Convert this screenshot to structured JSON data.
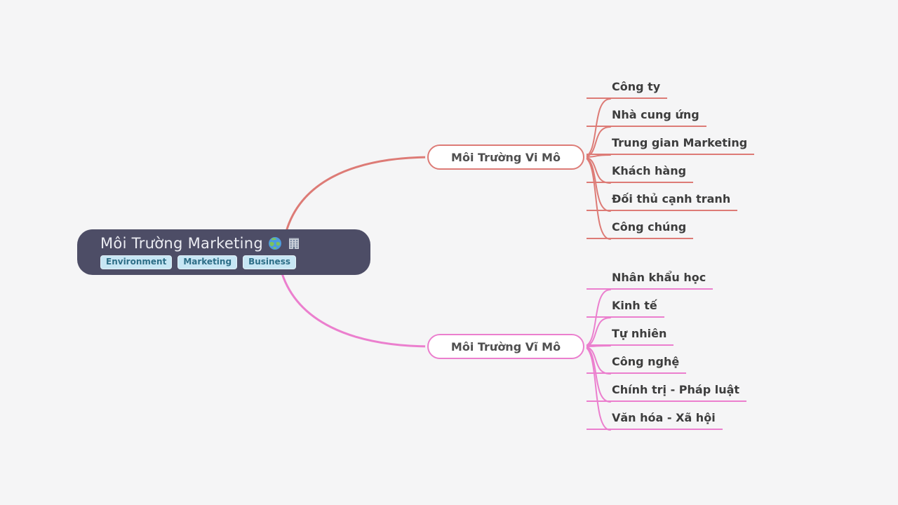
{
  "canvas": {
    "background": "#f5f5f6"
  },
  "root": {
    "title": "Môi Trường Marketing",
    "icons": [
      {
        "name": "globe-icon",
        "glyph": "🌍"
      },
      {
        "name": "office-building-icon",
        "glyph": "🏢"
      }
    ],
    "tags": [
      "Environment",
      "Marketing",
      "Business"
    ],
    "colors": {
      "background": "#4d4d66",
      "text": "#ebecf2",
      "tag_bg": "#c7e6f4",
      "tag_text": "#2d6e87"
    }
  },
  "branches": [
    {
      "label": "Môi Trường Vi Mô",
      "color": "#dd7b76",
      "children": [
        "Công ty",
        "Nhà cung ứng",
        "Trung gian Marketing",
        "Khách hàng",
        "Đối thủ cạnh tranh",
        "Công chúng"
      ]
    },
    {
      "label": "Môi Trường Vĩ Mô",
      "color": "#eb7fce",
      "children": [
        "Nhân khẩu học",
        "Kinh tế",
        "Tự nhiên",
        "Công nghệ",
        "Chính trị - Pháp luật",
        "Văn hóa - Xã hội"
      ]
    }
  ]
}
